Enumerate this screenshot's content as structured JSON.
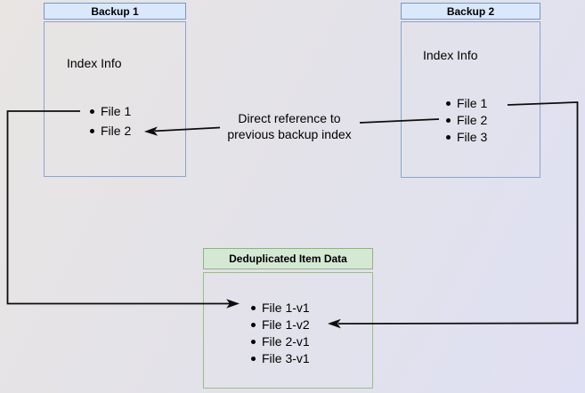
{
  "boxes": {
    "backup1": {
      "title": "Backup 1",
      "subtitle": "Index Info",
      "items": [
        "File 1",
        "File 2"
      ]
    },
    "backup2": {
      "title": "Backup 2",
      "subtitle": "Index Info",
      "items": [
        "File 1",
        "File 2",
        "File 3"
      ]
    },
    "dedup": {
      "title": "Deduplicated Item Data",
      "items": [
        "File 1-v1",
        "File 1-v2",
        "File 2-v1",
        "File 3-v1"
      ]
    }
  },
  "annotations": {
    "direct_reference": {
      "line1": "Direct reference to",
      "line2": "previous backup index"
    }
  },
  "colors": {
    "backup_header_fill": "#dae8fc",
    "backup_border": "#7b96c5",
    "dedup_header_fill": "#d5e8d4",
    "dedup_border": "#8db579",
    "connector": "#0d0d0d",
    "background_start": "#e8e5e3",
    "background_end": "#dfe0f3"
  }
}
